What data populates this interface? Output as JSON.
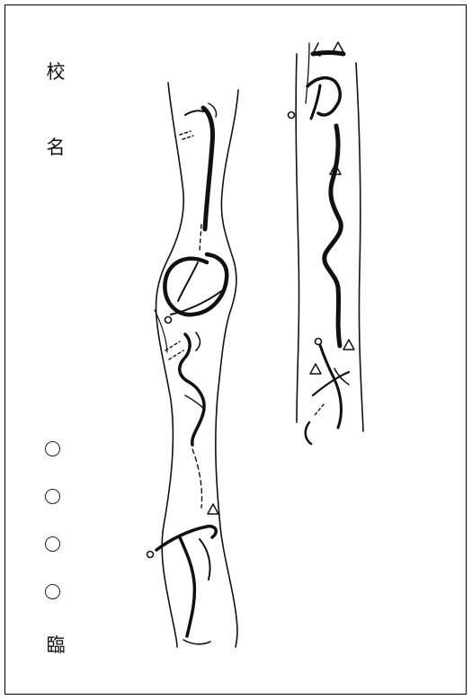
{
  "header_labels": [
    "校",
    "名"
  ],
  "footer_label": "臨",
  "marker_circles": [
    "○",
    "○",
    "○",
    "○"
  ]
}
